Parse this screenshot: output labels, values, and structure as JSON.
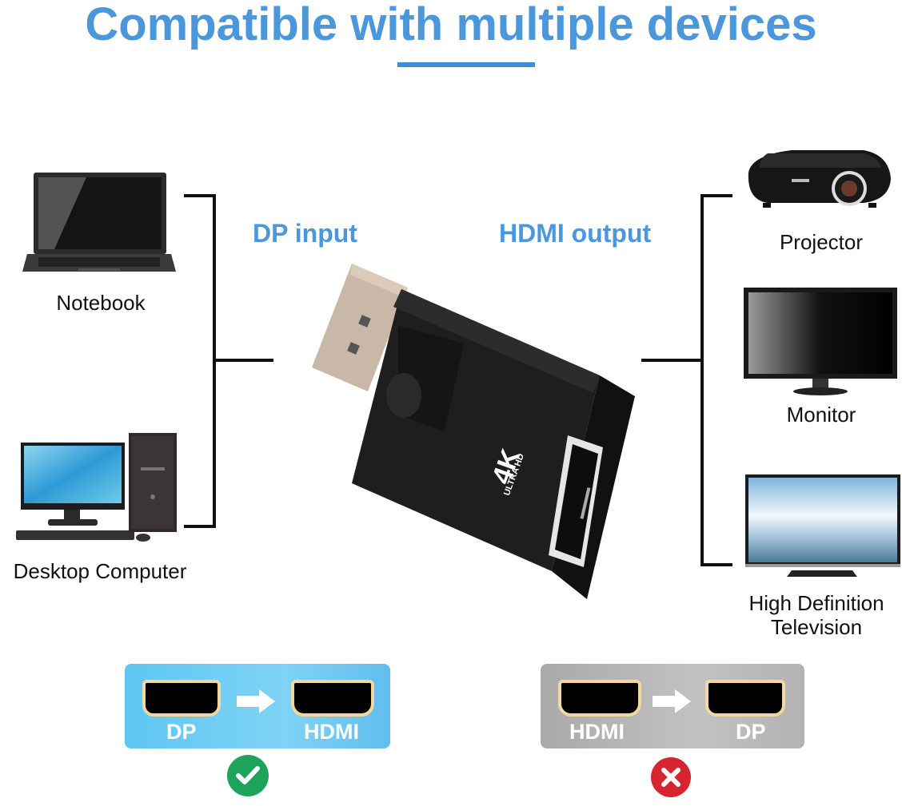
{
  "header": {
    "title": "Compatible with multiple devices"
  },
  "labels": {
    "input": "DP input",
    "output": "HDMI output"
  },
  "input_devices": [
    {
      "label": "Notebook",
      "icon": "laptop-icon"
    },
    {
      "label": "Desktop Computer",
      "icon": "desktop-computer-icon"
    }
  ],
  "output_devices": [
    {
      "label": "Projector",
      "icon": "projector-icon"
    },
    {
      "label": "Monitor",
      "icon": "monitor-icon"
    },
    {
      "label": "High Definition",
      "label2": "Television",
      "icon": "tv-icon"
    }
  ],
  "adapter": {
    "badge_main": "4K",
    "badge_sub": "ULTRA HD"
  },
  "direction_panels": [
    {
      "from": "DP",
      "to": "HDMI",
      "status": "supported",
      "status_icon": "check-icon",
      "bg": "#5bc3f0",
      "status_color": "#1ea35a"
    },
    {
      "from": "HDMI",
      "to": "DP",
      "status": "not-supported",
      "status_icon": "cross-icon",
      "bg": "#b5b5b5",
      "status_color": "#d52530"
    }
  ],
  "colors": {
    "accent_blue": "#4a97dc",
    "line": "#111111"
  }
}
